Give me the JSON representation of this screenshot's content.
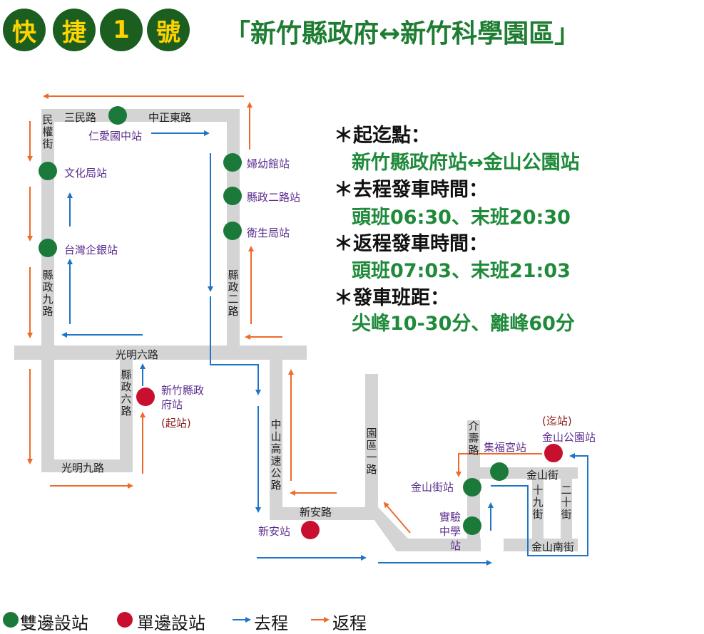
{
  "header": {
    "badge_chars": [
      "快",
      "捷",
      "1",
      "號"
    ],
    "route_title": "「新竹縣政府↔新竹科學園區」"
  },
  "info": {
    "endpoints_label": "＊起迄點：",
    "endpoints_value": "新竹縣政府站↔金山公園站",
    "outbound_label": "＊去程發車時間：",
    "outbound_value": "頭班06:30、末班20:30",
    "return_label": "＊返程發車時間：",
    "return_value": "頭班07:03、末班21:03",
    "headway_label": "＊發車班距：",
    "headway_value": "尖峰10-30分、離峰60分"
  },
  "roads": {
    "sanmin": "三民路",
    "zhongzheng_east": "中正東路",
    "minquan": "民權街",
    "county9": "縣政九路",
    "county2": "縣政二路",
    "guangming6": "光明六路",
    "county6": "縣政六路",
    "guangming9": "光明九路",
    "zhongshan_hwy": "中山高速公路",
    "xinan": "新安路",
    "park1": "園區一路",
    "jieshou": "介壽路",
    "jinshan_st": "金山街",
    "st19": "十九街",
    "st20": "二十街",
    "jinshan_south": "金山南街"
  },
  "stations": {
    "renai": "仁愛國中站",
    "culture": "文化局站",
    "tcb": "台灣企銀站",
    "women": "婦幼館站",
    "county2_stop": "縣政二路站",
    "health": "衛生局站",
    "county_gov": "新竹縣政府站",
    "start_tag": "(起站)",
    "xinan_stop": "新安站",
    "jinshan_st_stop": "金山街站",
    "experimental": "實驗中學站",
    "jifu": "集福宮站",
    "jinshan_park": "金山公園站",
    "end_tag": "(迄站)"
  },
  "legend": {
    "both": "雙邊設站",
    "single": "單邊設站",
    "outbound": "去程",
    "return": "返程"
  },
  "colors": {
    "badge_bg": "#1b5e20",
    "badge_text": "#ffd400",
    "title": "#1e7d32",
    "info_value": "#1e8a3a",
    "road": "#d4d4d4",
    "station_both": "#1b7a3a",
    "station_single": "#c8102e",
    "outbound_arrow": "#1f74c4",
    "return_arrow": "#ef6a2a",
    "station_label": "#5b2d8e"
  }
}
